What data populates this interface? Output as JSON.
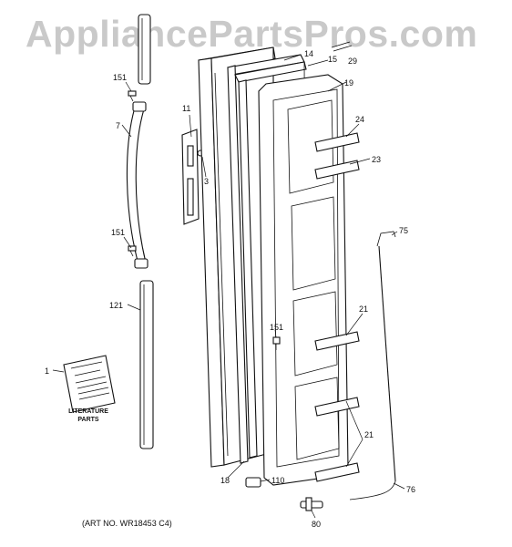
{
  "watermark": "AppliancePartsPros.com",
  "art_number": "(ART NO. WR18453 C4)",
  "literature_label": [
    "LITERATURE",
    "PARTS"
  ],
  "callouts": [
    "1",
    "3",
    "7",
    "11",
    "14",
    "15",
    "19",
    "21",
    "21",
    "23",
    "24",
    "29",
    "75",
    "76",
    "80",
    "110",
    "121",
    "151",
    "151",
    "151",
    "18"
  ]
}
